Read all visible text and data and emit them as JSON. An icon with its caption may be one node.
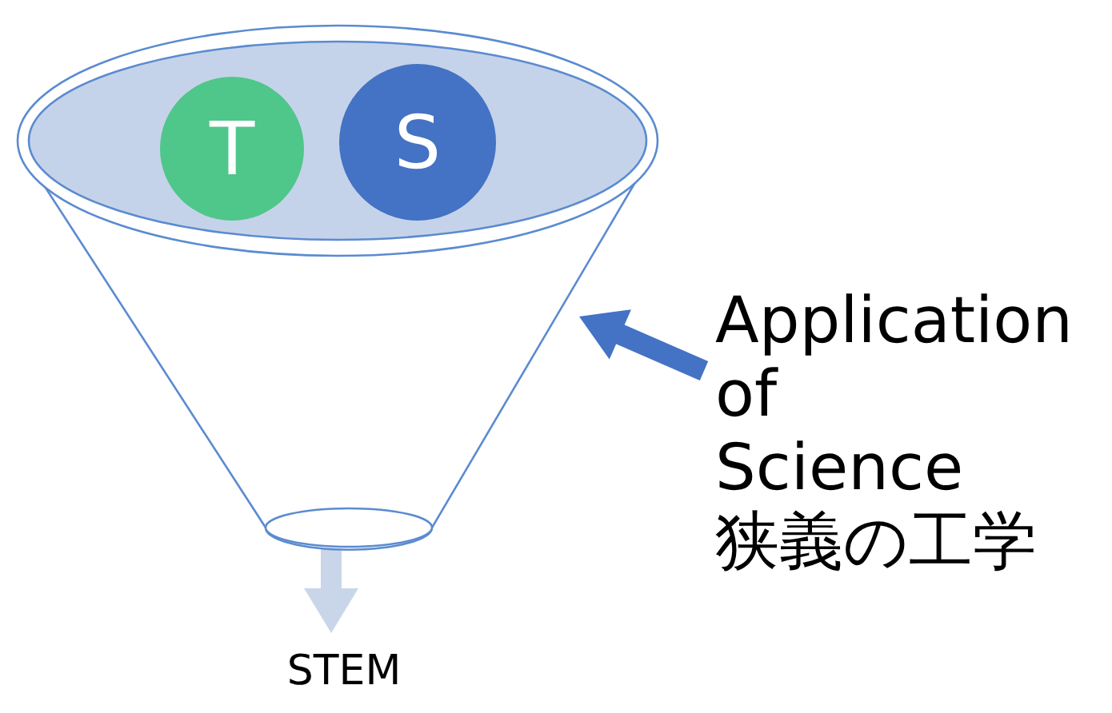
{
  "diagram": {
    "nodes": [
      {
        "text": [],
        "shape": "funnel"
      },
      {
        "text": [
          "T"
        ],
        "in": 0
      },
      {
        "text": [
          "S"
        ],
        "in": 0
      },
      {
        "text": [
          "Application of Science",
          "狭義の工学"
        ]
      },
      {
        "text": [
          "STEM"
        ]
      }
    ],
    "edges": [
      {
        "from": 3,
        "to": 0,
        "arrow": "to",
        "color": "#4472c4"
      },
      {
        "from": 0,
        "to": 4,
        "arrow": "to",
        "color": "#c9d6ea"
      }
    ]
  }
}
